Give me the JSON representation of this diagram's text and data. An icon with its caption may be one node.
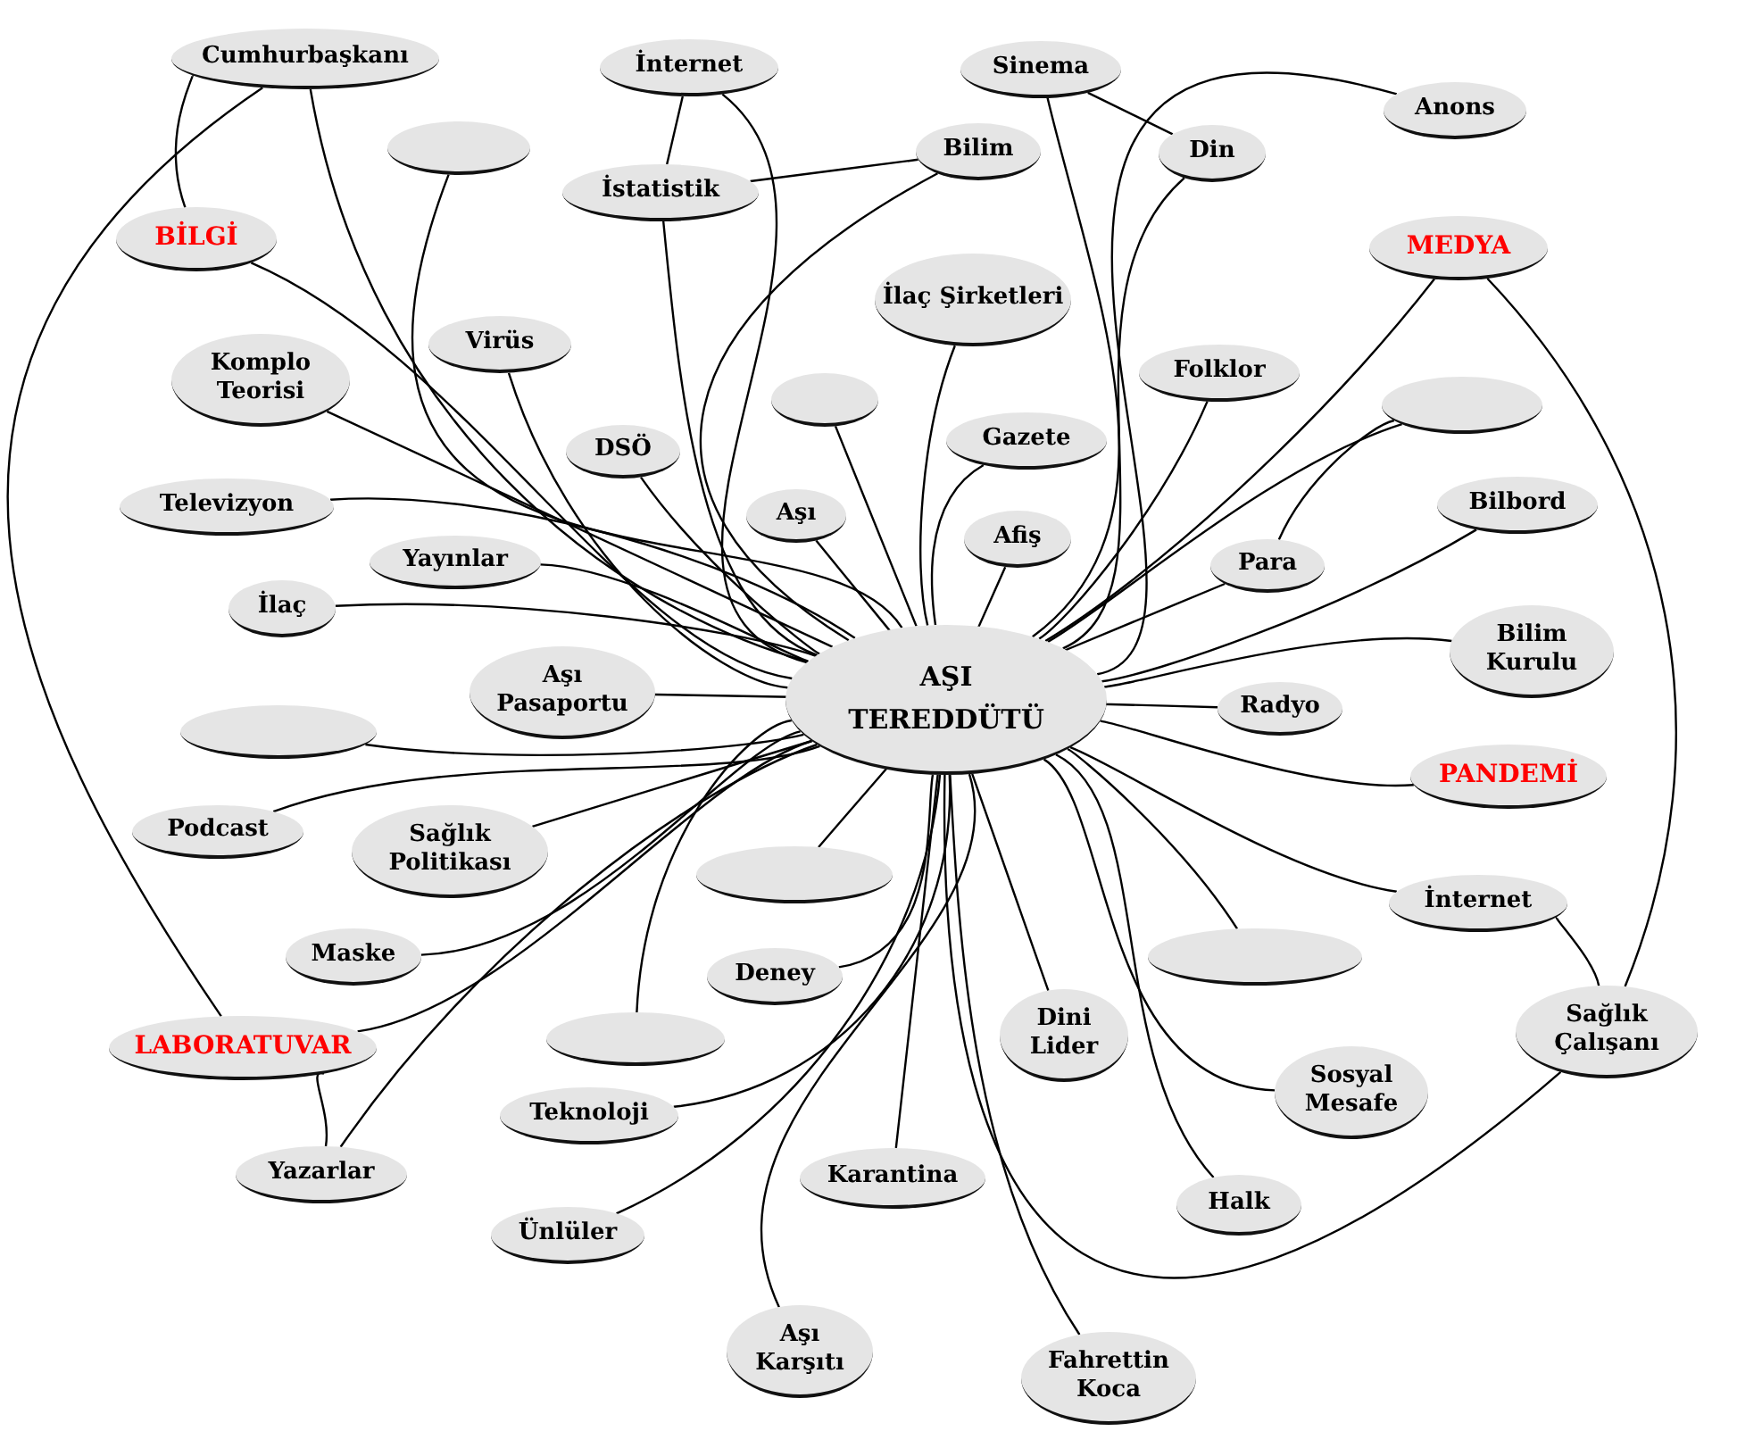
{
  "diagram": {
    "nodes": [
      {
        "text": [
          "AŞI TEREDDÜTÜ"
        ]
      },
      {
        "text": [
          "Cumhurbaşkanı"
        ]
      },
      {
        "text": [
          "İnternet"
        ]
      },
      {
        "text": [
          "Sinema"
        ]
      },
      {
        "text": [
          "Anons"
        ]
      },
      {
        "text": [],
        "shape": "ellipse"
      },
      {
        "text": [
          "Bilim"
        ]
      },
      {
        "text": [
          "Din"
        ]
      },
      {
        "text": [
          "İstatistik"
        ]
      },
      {
        "text": [
          "BİLGİ"
        ]
      },
      {
        "text": [
          "MEDYA"
        ]
      },
      {
        "text": [
          "İlaç Şirketleri"
        ]
      },
      {
        "text": [
          "Komplo Teorisi"
        ]
      },
      {
        "text": [
          "Virüs"
        ]
      },
      {
        "text": [
          "Folklor"
        ]
      },
      {
        "text": [],
        "shape": "ellipse"
      },
      {
        "text": [],
        "shape": "ellipse"
      },
      {
        "text": [
          "DSÖ"
        ]
      },
      {
        "text": [
          "Gazete"
        ]
      },
      {
        "text": [
          "Televizyon"
        ]
      },
      {
        "text": [
          "Bilbord"
        ]
      },
      {
        "text": [
          "Aşı"
        ]
      },
      {
        "text": [
          "Afiş"
        ]
      },
      {
        "text": [
          "Yayınlar"
        ]
      },
      {
        "text": [
          "Para"
        ]
      },
      {
        "text": [
          "İlaç"
        ]
      },
      {
        "text": [
          "Aşı Pasaportu"
        ]
      },
      {
        "text": [
          "Bilim Kurulu"
        ]
      },
      {
        "text": [],
        "shape": "ellipse"
      },
      {
        "text": [
          "Radyo"
        ]
      },
      {
        "text": [
          "PANDEMİ"
        ]
      },
      {
        "text": [
          "Podcast"
        ]
      },
      {
        "text": [
          "Sağlık Politikası"
        ]
      },
      {
        "text": [],
        "shape": "ellipse"
      },
      {
        "text": [
          "İnternet"
        ]
      },
      {
        "text": [
          "Maske"
        ]
      },
      {
        "text": [],
        "shape": "ellipse"
      },
      {
        "text": [
          "Deney"
        ]
      },
      {
        "text": [
          "Dini Lider"
        ]
      },
      {
        "text": [
          "Sağlık Çalışanı"
        ]
      },
      {
        "text": [
          "LABORATUVAR"
        ]
      },
      {
        "text": [],
        "shape": "ellipse"
      },
      {
        "text": [
          "Teknoloji"
        ]
      },
      {
        "text": [
          "Sosyal Mesafe"
        ]
      },
      {
        "text": [
          "Yazarlar"
        ]
      },
      {
        "text": [
          "Karantina"
        ]
      },
      {
        "text": [
          "Halk"
        ]
      },
      {
        "text": [
          "Ünlüler"
        ]
      },
      {
        "text": [
          "Aşı Karşıtı"
        ]
      },
      {
        "text": [
          "Fahrettin Koca"
        ]
      }
    ],
    "edges": [
      {
        "from": 1,
        "to": 0,
        "arrow": "none"
      },
      {
        "from": 2,
        "to": 0,
        "arrow": "none"
      },
      {
        "from": 3,
        "to": 0,
        "arrow": "none"
      },
      {
        "from": 4,
        "to": 0,
        "arrow": "none"
      },
      {
        "from": 5,
        "to": 0,
        "arrow": "none"
      },
      {
        "from": 6,
        "to": 0,
        "arrow": "none"
      },
      {
        "from": 7,
        "to": 0,
        "arrow": "none"
      },
      {
        "from": 8,
        "to": 0,
        "arrow": "none"
      },
      {
        "from": 9,
        "to": 0,
        "arrow": "none"
      },
      {
        "from": 10,
        "to": 0,
        "arrow": "none"
      },
      {
        "from": 11,
        "to": 0,
        "arrow": "none"
      },
      {
        "from": 12,
        "to": 0,
        "arrow": "none"
      },
      {
        "from": 13,
        "to": 0,
        "arrow": "none"
      },
      {
        "from": 14,
        "to": 0,
        "arrow": "none"
      },
      {
        "from": 15,
        "to": 0,
        "arrow": "none"
      },
      {
        "from": 16,
        "to": 0,
        "arrow": "none"
      },
      {
        "from": 17,
        "to": 0,
        "arrow": "none"
      },
      {
        "from": 18,
        "to": 0,
        "arrow": "none"
      },
      {
        "from": 19,
        "to": 0,
        "arrow": "none"
      },
      {
        "from": 20,
        "to": 0,
        "arrow": "none"
      },
      {
        "from": 21,
        "to": 0,
        "arrow": "none"
      },
      {
        "from": 22,
        "to": 0,
        "arrow": "none"
      },
      {
        "from": 23,
        "to": 0,
        "arrow": "none"
      },
      {
        "from": 24,
        "to": 0,
        "arrow": "none"
      },
      {
        "from": 25,
        "to": 0,
        "arrow": "none"
      },
      {
        "from": 26,
        "to": 0,
        "arrow": "none"
      },
      {
        "from": 27,
        "to": 0,
        "arrow": "none"
      },
      {
        "from": 28,
        "to": 0,
        "arrow": "none"
      },
      {
        "from": 29,
        "to": 0,
        "arrow": "none"
      },
      {
        "from": 30,
        "to": 0,
        "arrow": "none"
      },
      {
        "from": 31,
        "to": 0,
        "arrow": "none"
      },
      {
        "from": 32,
        "to": 0,
        "arrow": "none"
      },
      {
        "from": 33,
        "to": 0,
        "arrow": "none"
      },
      {
        "from": 34,
        "to": 0,
        "arrow": "none"
      },
      {
        "from": 35,
        "to": 0,
        "arrow": "none"
      },
      {
        "from": 36,
        "to": 0,
        "arrow": "none"
      },
      {
        "from": 37,
        "to": 0,
        "arrow": "none"
      },
      {
        "from": 38,
        "to": 0,
        "arrow": "none"
      },
      {
        "from": 39,
        "to": 0,
        "arrow": "none"
      },
      {
        "from": 40,
        "to": 0,
        "arrow": "none"
      },
      {
        "from": 41,
        "to": 0,
        "arrow": "none"
      },
      {
        "from": 42,
        "to": 0,
        "arrow": "none"
      },
      {
        "from": 43,
        "to": 0,
        "arrow": "none"
      },
      {
        "from": 44,
        "to": 0,
        "arrow": "none"
      },
      {
        "from": 45,
        "to": 0,
        "arrow": "none"
      },
      {
        "from": 46,
        "to": 0,
        "arrow": "none"
      },
      {
        "from": 47,
        "to": 0,
        "arrow": "none"
      },
      {
        "from": 48,
        "to": 0,
        "arrow": "none"
      },
      {
        "from": 49,
        "to": 0,
        "arrow": "none"
      },
      {
        "from": 1,
        "to": 9,
        "arrow": "none"
      },
      {
        "from": 1,
        "to": 40,
        "arrow": "none"
      },
      {
        "from": 10,
        "to": 39,
        "arrow": "none"
      },
      {
        "from": 15,
        "to": 24,
        "arrow": "none"
      },
      {
        "from": 40,
        "to": 44,
        "arrow": "none"
      },
      {
        "from": 2,
        "to": 8,
        "arrow": "none"
      },
      {
        "from": 3,
        "to": 7,
        "arrow": "none"
      },
      {
        "from": 34,
        "to": 39,
        "arrow": "none"
      },
      {
        "from": 6,
        "to": 8,
        "arrow": "none"
      }
    ]
  }
}
